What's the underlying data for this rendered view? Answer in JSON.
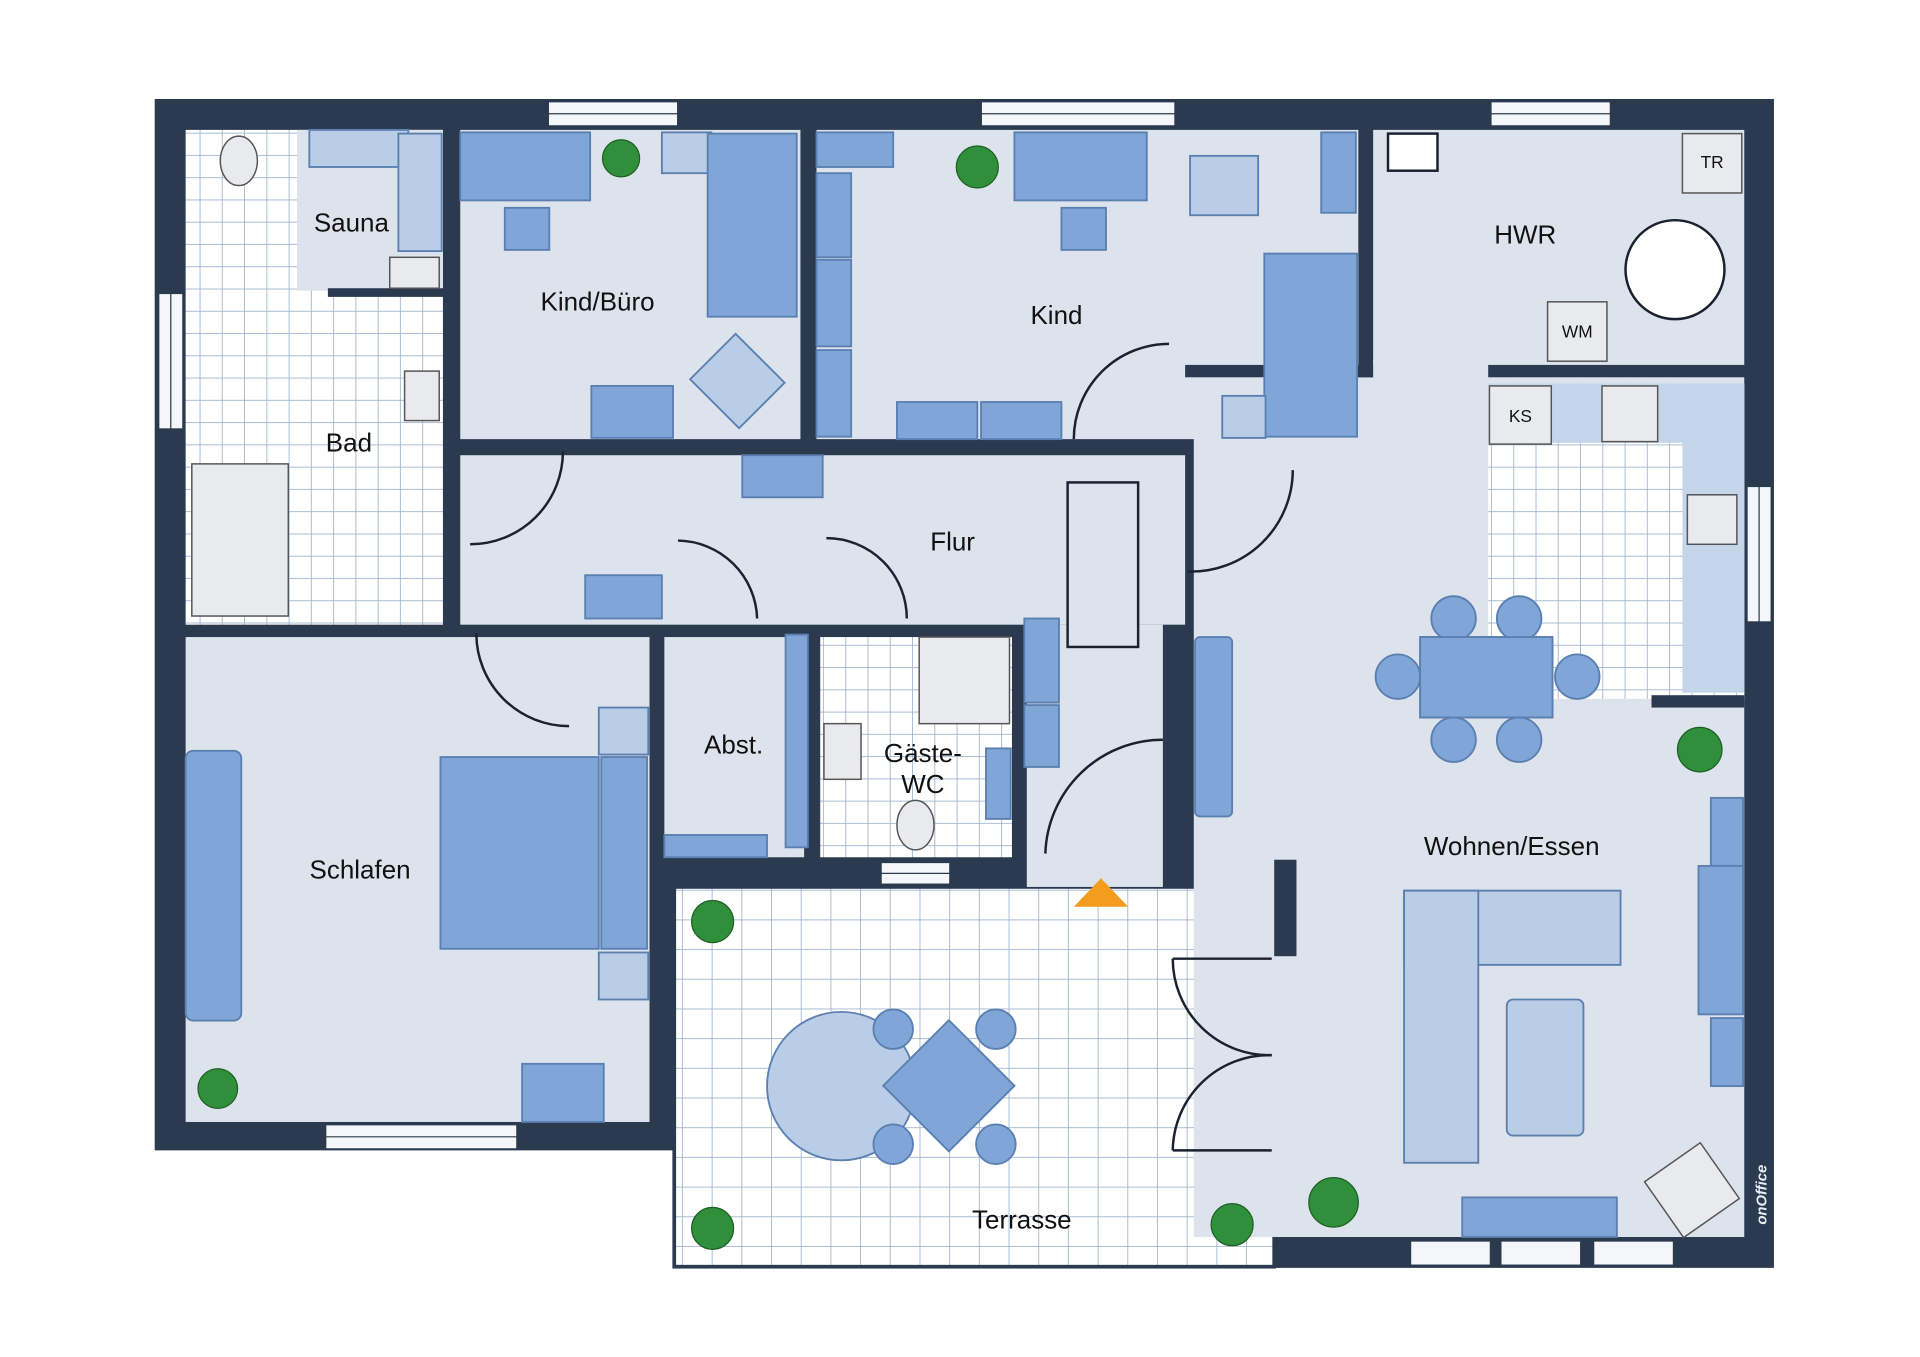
{
  "plan": {
    "rooms": {
      "sauna": "Sauna",
      "kind_buero": "Kind/Büro",
      "kind": "Kind",
      "hwr": "HWR",
      "bad": "Bad",
      "flur": "Flur",
      "abst": "Abst.",
      "gaeste_wc_1": "Gäste-",
      "gaeste_wc_2": "WC",
      "schlafen": "Schlafen",
      "wohnen_essen": "Wohnen/Essen",
      "terrasse": "Terrasse"
    },
    "appliances": {
      "tr": "TR",
      "wm": "WM",
      "ks": "KS"
    },
    "logo": "onOffice",
    "colors": {
      "wall": "#2b3a4f",
      "floor": "#dde3ec",
      "furniture": "#7fa6d6",
      "tile_lines": "#9fb3cf",
      "entrance_arrow": "#f39c1e"
    }
  }
}
